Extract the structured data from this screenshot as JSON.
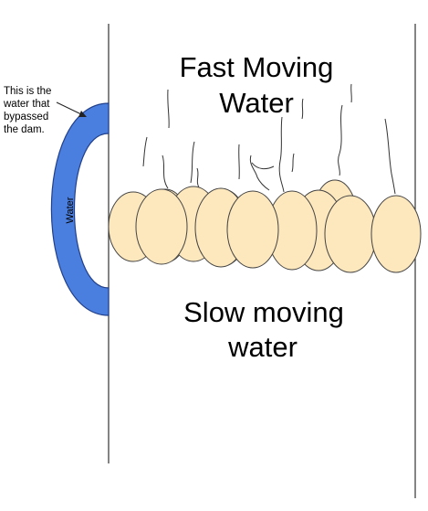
{
  "labels": {
    "top": [
      "Fast Moving",
      "Water"
    ],
    "bottom": [
      "Slow moving",
      "water"
    ],
    "note": [
      "This is the",
      "water that",
      "bypassed",
      "the dam."
    ],
    "bypass": "Water"
  },
  "colors": {
    "bypass_fill": "#4a7fe0",
    "bypass_stroke": "#22408a",
    "egg_fill": "#fde7bd",
    "egg_stroke": "#444444",
    "line": "#333333"
  }
}
